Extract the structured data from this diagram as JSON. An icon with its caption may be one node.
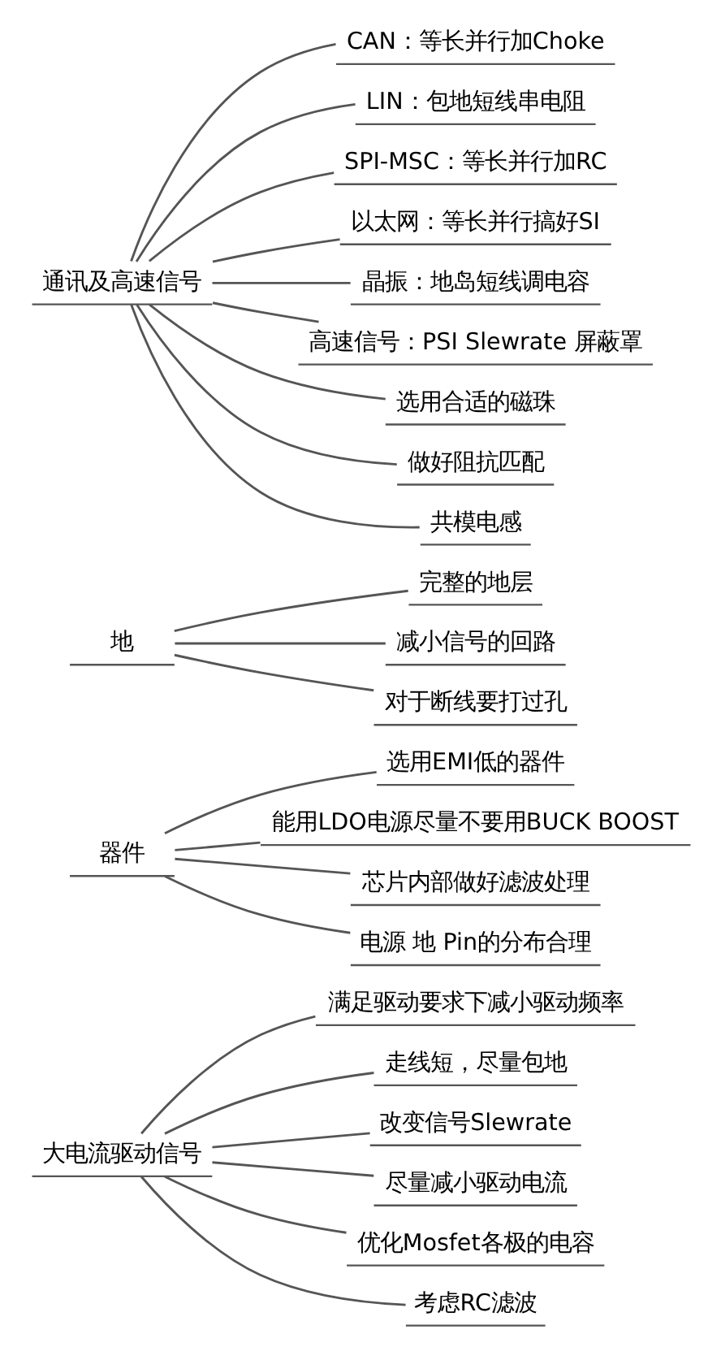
{
  "diagram": {
    "nodes": [
      {
        "text": [
          "大电流驱动信号"
        ]
      },
      {
        "text": [
          "满足驱动要求下减小驱动频率"
        ]
      },
      {
        "text": [
          "走线短，尽量包地"
        ]
      },
      {
        "text": [
          "改变信号Slewrate"
        ]
      },
      {
        "text": [
          "尽量减小驱动电流"
        ]
      },
      {
        "text": [
          "优化Mosfet各极的电容"
        ]
      },
      {
        "text": [
          "考虑RC滤波"
        ]
      },
      {
        "text": [
          "器件"
        ]
      },
      {
        "text": [
          "选用EMI低的器件"
        ]
      },
      {
        "text": [
          "能用LDO电源尽量不要用BUCK BOOST"
        ]
      },
      {
        "text": [
          "芯片内部做好滤波处理"
        ]
      },
      {
        "text": [
          "电源 地 Pin的分布合理"
        ]
      },
      {
        "text": [
          "地"
        ]
      },
      {
        "text": [
          "完整的地层"
        ]
      },
      {
        "text": [
          "减小信号的回路"
        ]
      },
      {
        "text": [
          "对于断线要打过孔"
        ]
      },
      {
        "text": [
          "通讯及高速信号"
        ]
      },
      {
        "text": [
          "CAN：等长并行加Choke"
        ]
      },
      {
        "text": [
          "LIN：包地短线串电阻"
        ]
      },
      {
        "text": [
          "SPI-MSC：等长并行加RC"
        ]
      },
      {
        "text": [
          "以太网：等长并行搞好SI"
        ]
      },
      {
        "text": [
          "晶振：地岛短线调电容"
        ]
      },
      {
        "text": [
          "高速信号：PSI Slewrate 屏蔽罩"
        ]
      },
      {
        "text": [
          "选用合适的磁珠"
        ]
      },
      {
        "text": [
          "做好阻抗匹配"
        ]
      },
      {
        "text": [
          "共模电感"
        ]
      }
    ],
    "edges": [
      {
        "from": 0,
        "to": 1,
        "arrow": "none"
      },
      {
        "from": 0,
        "to": 2,
        "arrow": "none"
      },
      {
        "from": 0,
        "to": 3,
        "arrow": "none"
      },
      {
        "from": 0,
        "to": 4,
        "arrow": "none"
      },
      {
        "from": 0,
        "to": 5,
        "arrow": "none"
      },
      {
        "from": 0,
        "to": 6,
        "arrow": "none"
      },
      {
        "from": 7,
        "to": 8,
        "arrow": "none"
      },
      {
        "from": 7,
        "to": 9,
        "arrow": "none"
      },
      {
        "from": 7,
        "to": 10,
        "arrow": "none"
      },
      {
        "from": 7,
        "to": 11,
        "arrow": "none"
      },
      {
        "from": 12,
        "to": 13,
        "arrow": "none"
      },
      {
        "from": 12,
        "to": 14,
        "arrow": "none"
      },
      {
        "from": 12,
        "to": 15,
        "arrow": "none"
      },
      {
        "from": 16,
        "to": 17,
        "arrow": "none"
      },
      {
        "from": 16,
        "to": 18,
        "arrow": "none"
      },
      {
        "from": 16,
        "to": 19,
        "arrow": "none"
      },
      {
        "from": 16,
        "to": 20,
        "arrow": "none"
      },
      {
        "from": 16,
        "to": 21,
        "arrow": "none"
      },
      {
        "from": 16,
        "to": 22,
        "arrow": "none"
      },
      {
        "from": 16,
        "to": 23,
        "arrow": "none"
      },
      {
        "from": 16,
        "to": 24,
        "arrow": "none"
      },
      {
        "from": 16,
        "to": 25,
        "arrow": "none"
      }
    ]
  }
}
